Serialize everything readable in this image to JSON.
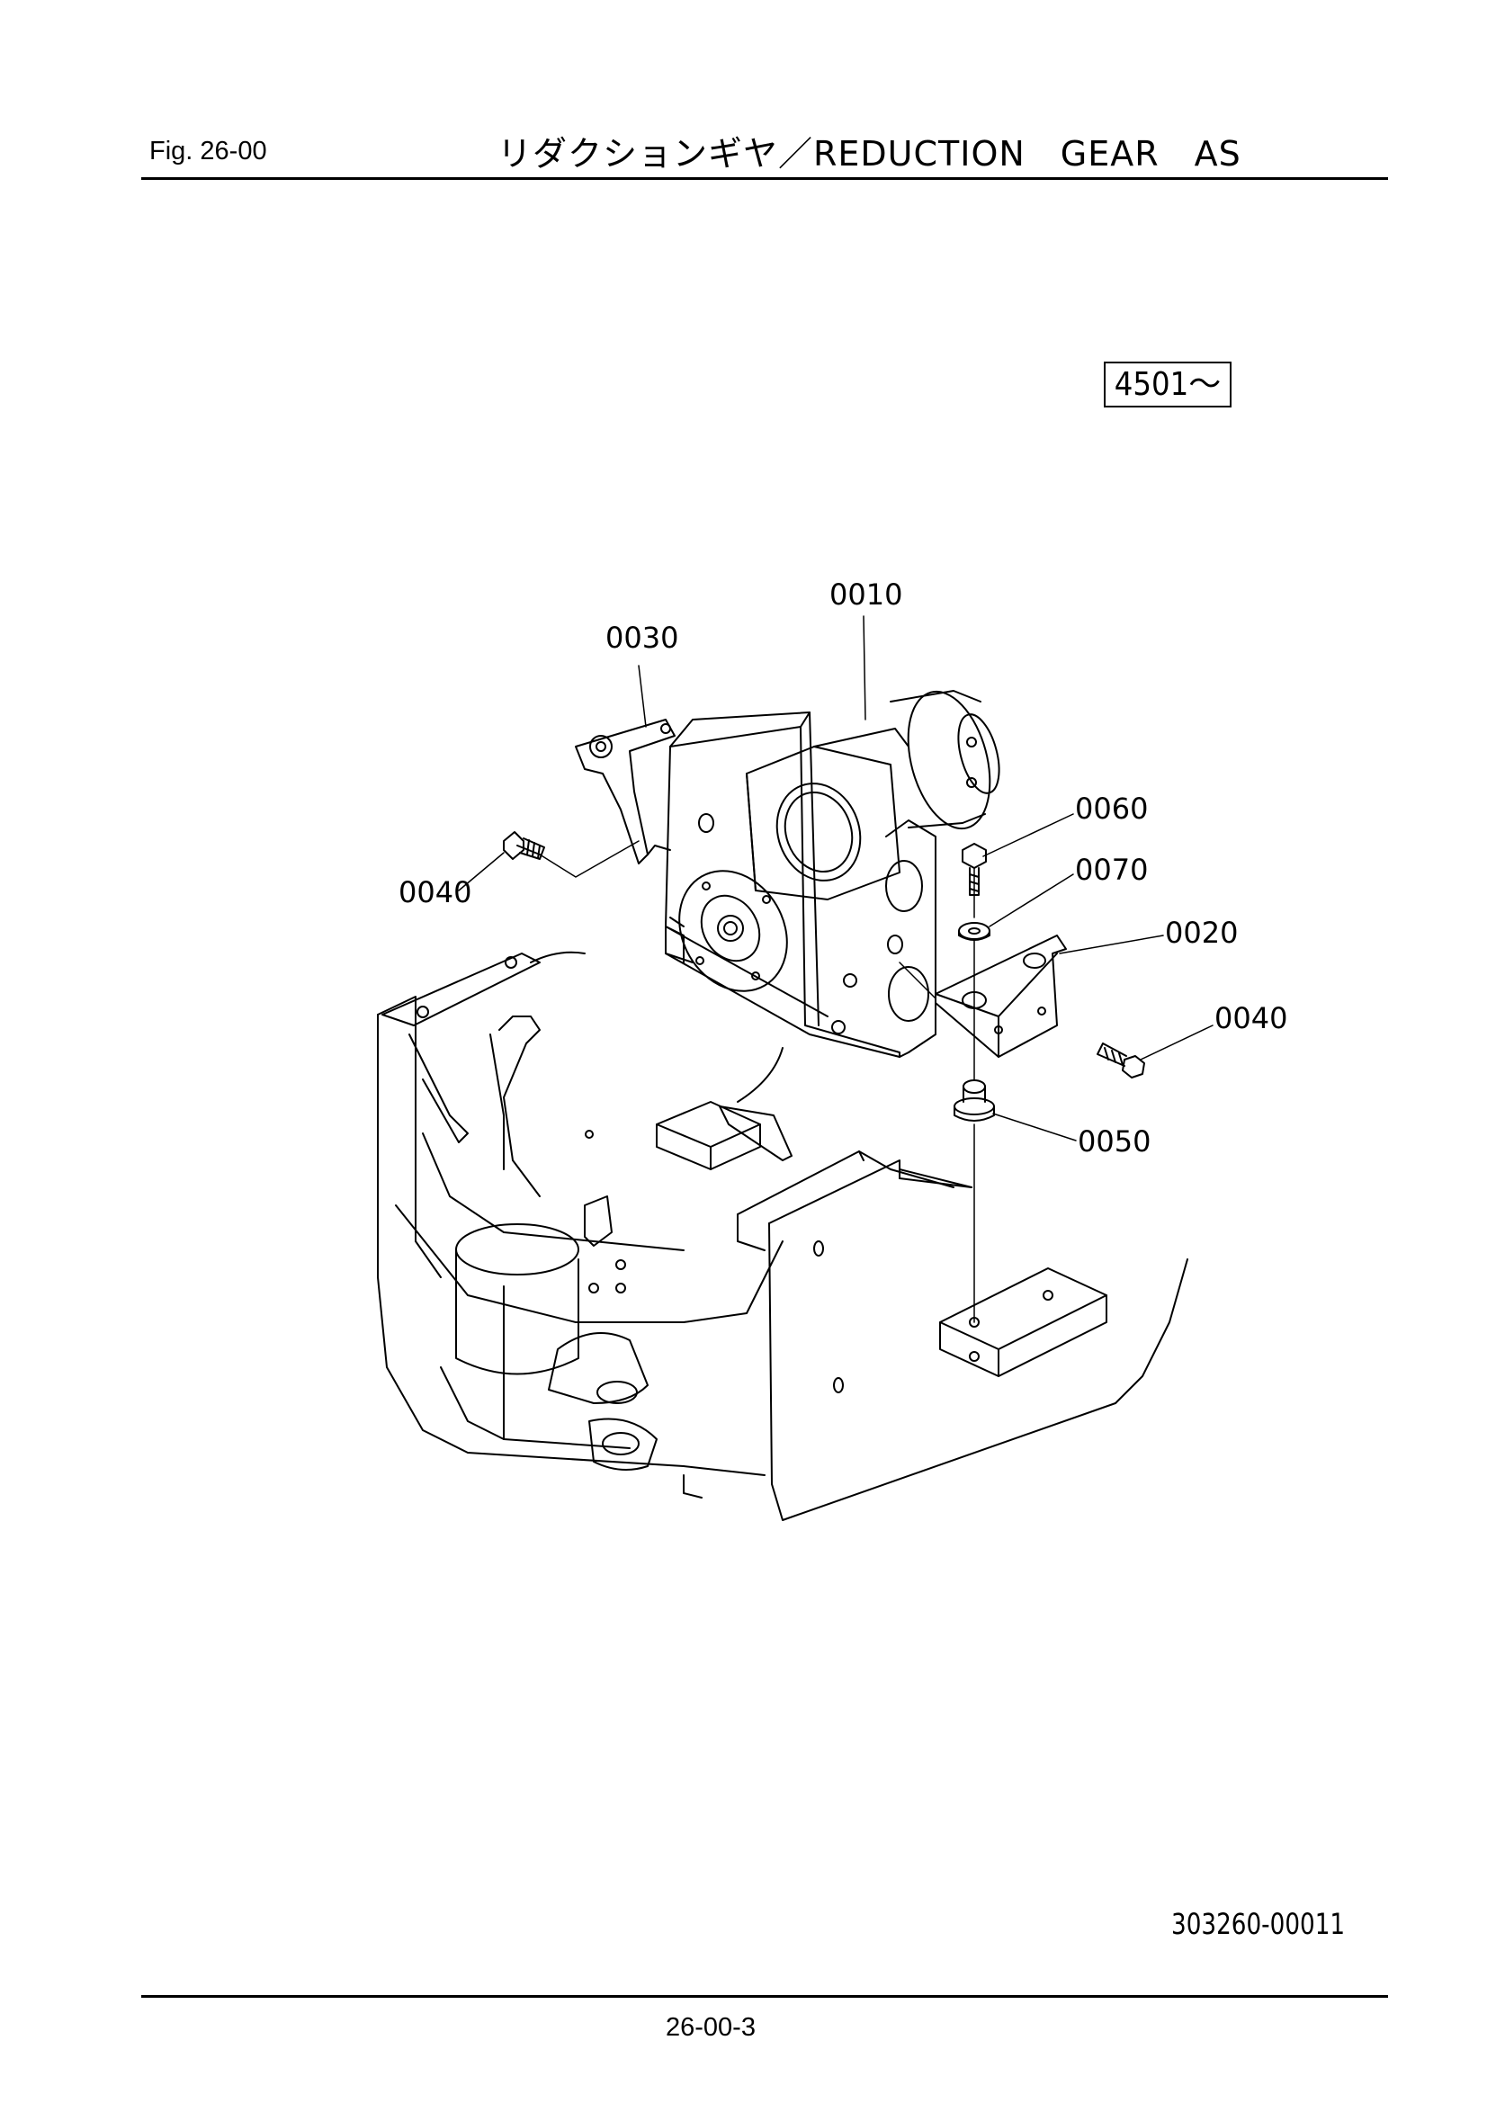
{
  "header": {
    "fig_label": "Fig.  26-00",
    "title": "リダクションギヤ／REDUCTION　GEAR　AS"
  },
  "serial_range": "4501～",
  "callouts": {
    "p0010": "0010",
    "p0020": "0020",
    "p0030": "0030",
    "p0040_left": "0040",
    "p0040_right": "0040",
    "p0050": "0050",
    "p0060": "0060",
    "p0070": "0070"
  },
  "footer": {
    "doc_code": "303260-00011",
    "page_number": "26-00-3"
  }
}
